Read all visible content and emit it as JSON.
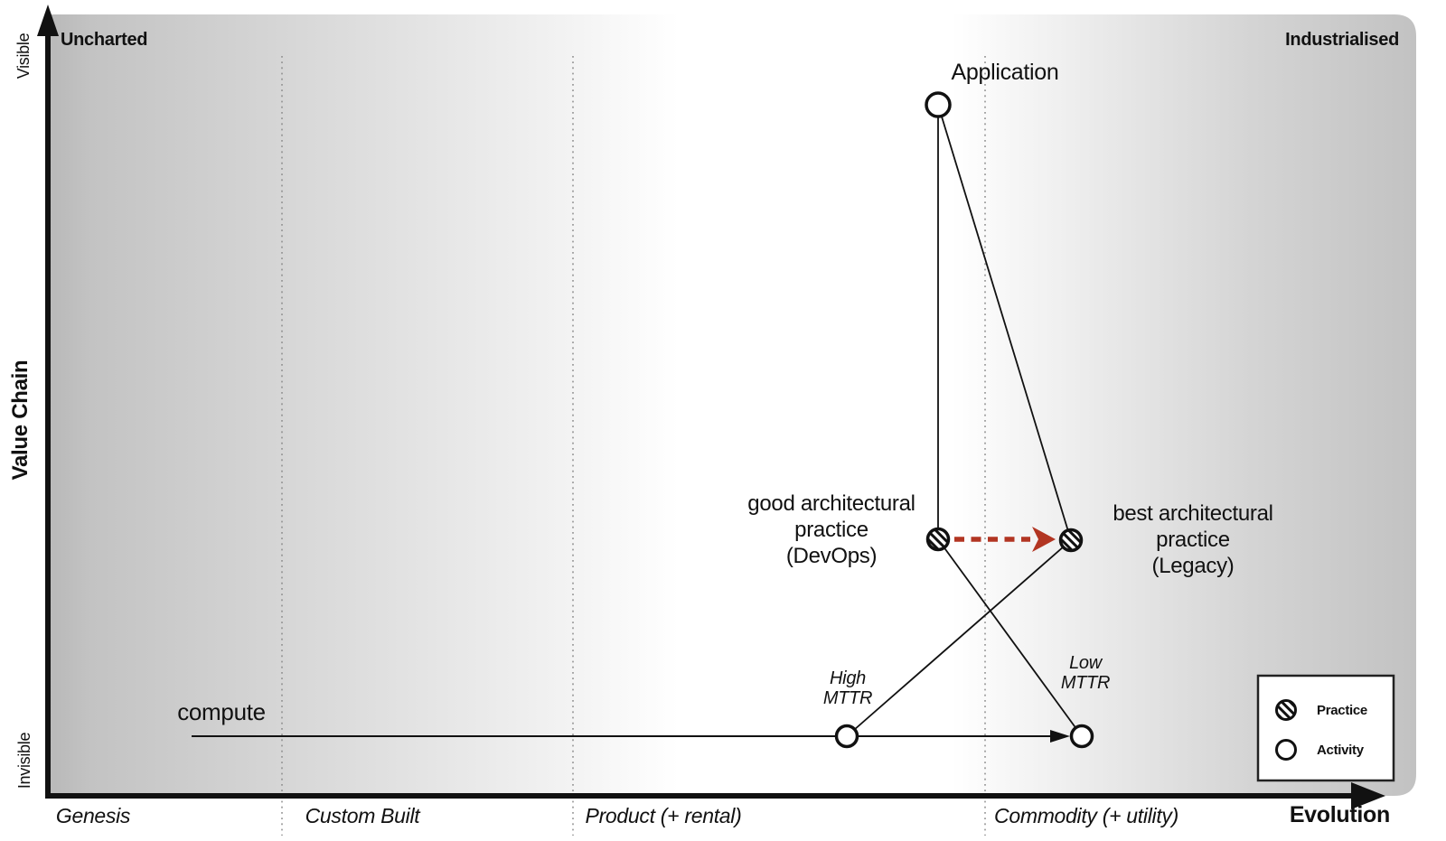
{
  "map": {
    "corner_top_left": "Uncharted",
    "corner_top_right": "Industrialised",
    "y_axis": {
      "label": "Value Chain",
      "top": "Visible",
      "bottom": "Invisible"
    },
    "x_axis": {
      "label": "Evolution",
      "stages": [
        "Genesis",
        "Custom Built",
        "Product (+ rental)",
        "Commodity (+ utility)"
      ]
    },
    "nodes": {
      "application": "Application",
      "compute": "compute",
      "devops": {
        "line1": "good architectural",
        "line2": "practice",
        "line3": "(DevOps)"
      },
      "legacy": {
        "line1": "best architectural",
        "line2": "practice",
        "line3": "(Legacy)"
      },
      "high_mttr": {
        "line1": "High",
        "line2": "MTTR"
      },
      "low_mttr": {
        "line1": "Low",
        "line2": "MTTR"
      }
    },
    "legend": {
      "practice": "Practice",
      "activity": "Activity"
    },
    "colors": {
      "move_arrow": "#b23522",
      "ink": "#111111"
    }
  }
}
